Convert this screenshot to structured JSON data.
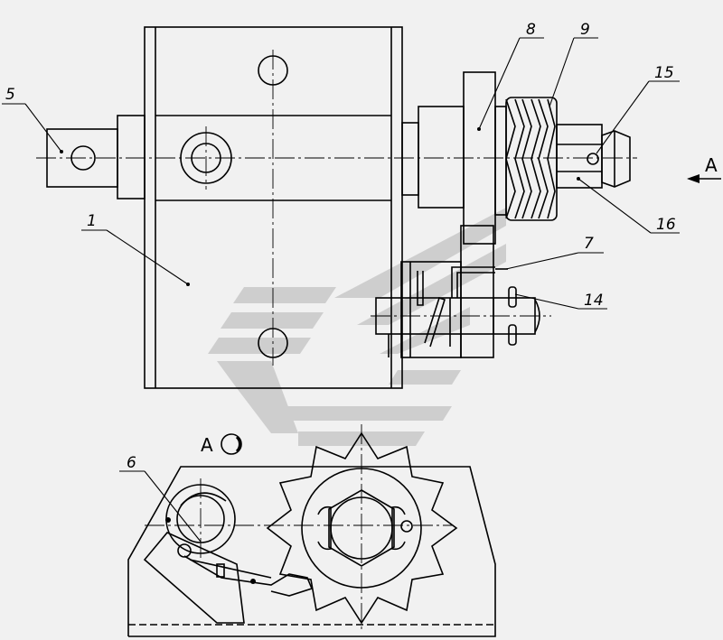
{
  "drawing": {
    "background": "#f1f1f1",
    "line_color": "#000000",
    "watermark_color": "#c8c8c8",
    "callouts": [
      {
        "id": "c5",
        "label": "5"
      },
      {
        "id": "c1",
        "label": "1"
      },
      {
        "id": "c8",
        "label": "8"
      },
      {
        "id": "c9",
        "label": "9"
      },
      {
        "id": "c15",
        "label": "15"
      },
      {
        "id": "c16",
        "label": "16"
      },
      {
        "id": "c7",
        "label": "7"
      },
      {
        "id": "c14",
        "label": "14"
      },
      {
        "id": "c6",
        "label": "6"
      }
    ],
    "view_arrow_label": "A",
    "section_label": "A"
  }
}
